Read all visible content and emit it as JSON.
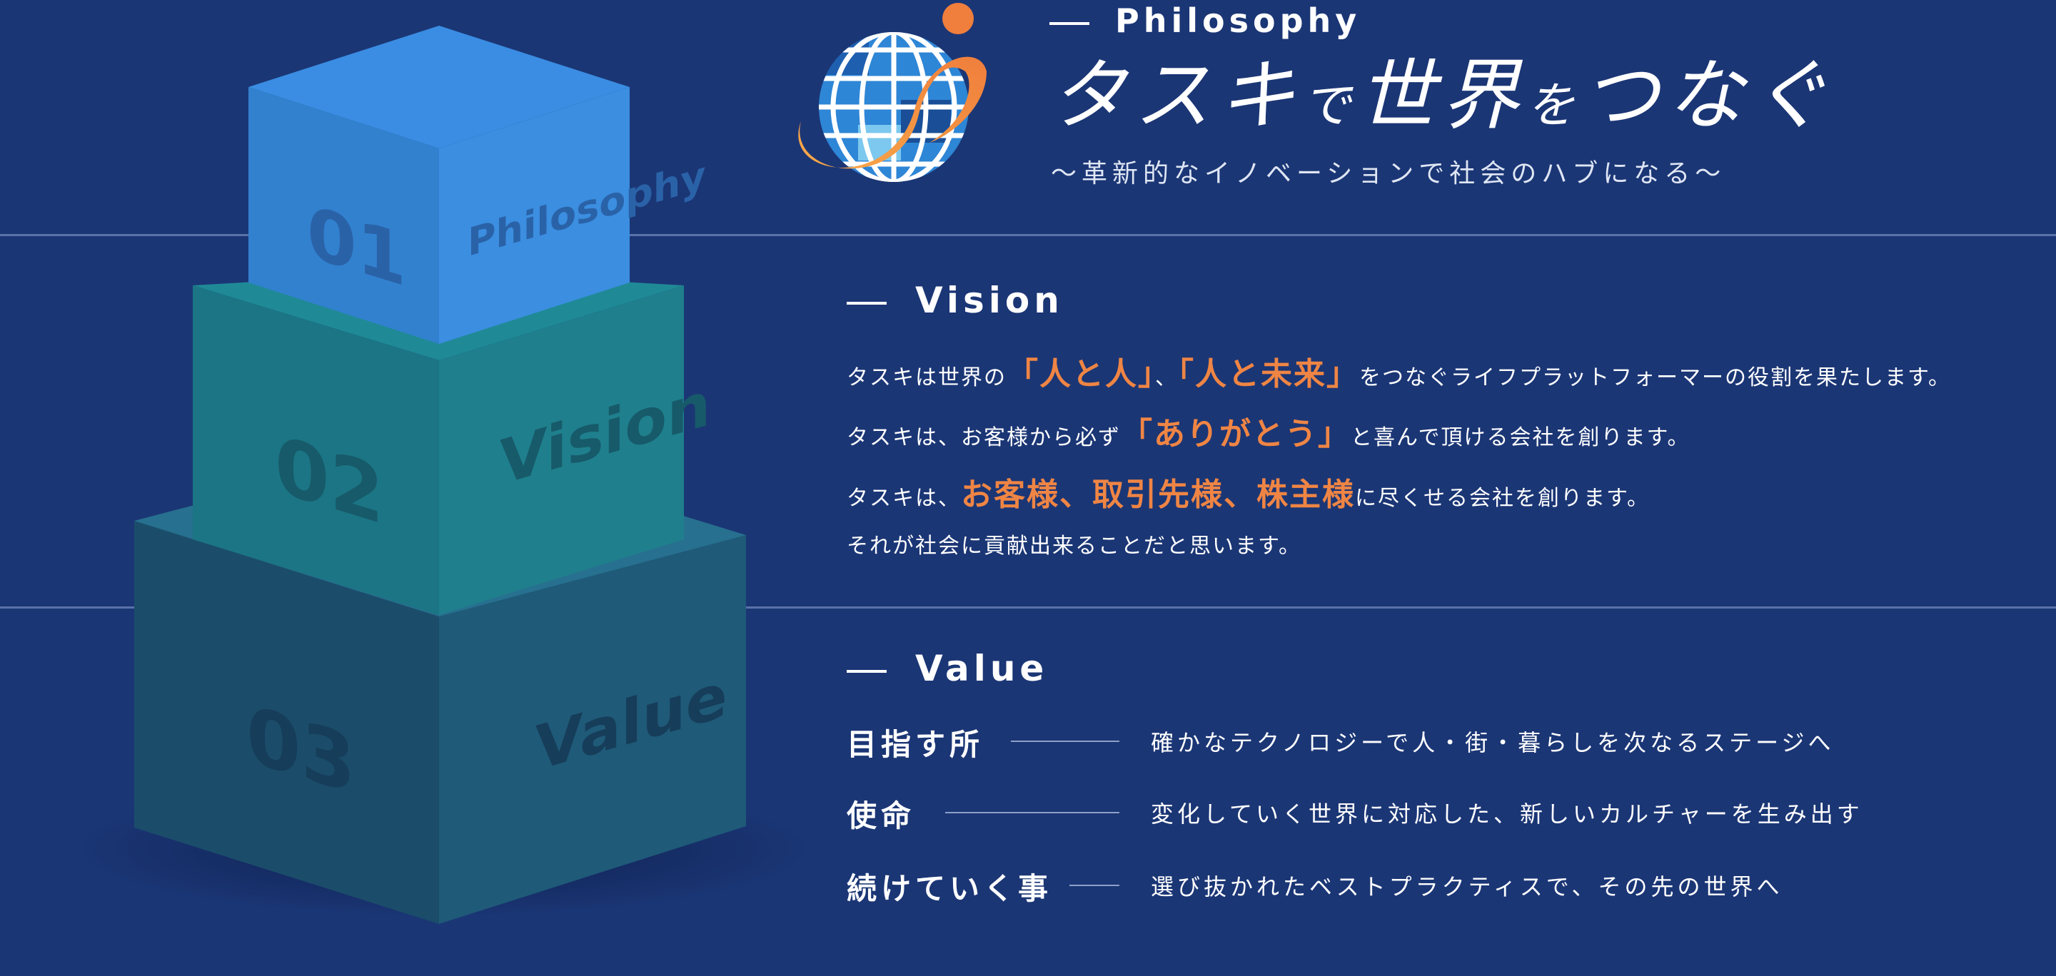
{
  "colors": {
    "background": "#1b3675",
    "accent_orange": "#ef8544",
    "cube_top": "#3a8de2",
    "cube_mid": "#1e7d8c",
    "cube_bottom": "#1d5775"
  },
  "pyramid": {
    "cubes": [
      {
        "number": "01",
        "label": "Philosophy"
      },
      {
        "number": "02",
        "label": "Vision"
      },
      {
        "number": "03",
        "label": "Value"
      }
    ]
  },
  "philosophy": {
    "heading": "Philosophy",
    "title_a": "タスキ",
    "title_b": "で",
    "title_c": "世界",
    "title_d": "を",
    "title_e": "つなぐ",
    "subtitle": "〜革新的なイノベーションで社会のハブになる〜",
    "logo_icon": "globe-logo-icon"
  },
  "vision": {
    "heading": "Vision",
    "line1_pre": "タスキは世界の",
    "line1_hl1": "「人と人」",
    "line1_mid": "、",
    "line1_hl2": "「人と未来」",
    "line1_post": "をつなぐライフプラットフォーマーの役割を果たします。",
    "line2_pre": "タスキは、お客様から必ず",
    "line2_hl": "「ありがとう」",
    "line2_post": "と喜んで頂ける会社を創ります。",
    "line3_pre": "タスキは、",
    "line3_hl": "お客様、取引先様、株主様",
    "line3_post": "に尽くせる会社を創ります。",
    "line4": "それが社会に貢献出来ることだと思います。"
  },
  "value": {
    "heading": "Value",
    "rows": [
      {
        "label": "目指す所",
        "text": "確かなテクノロジーで人・街・暮らしを次なるステージへ"
      },
      {
        "label": "使命",
        "text": "変化していく世界に対応した、新しいカルチャーを生み出す"
      },
      {
        "label": "続けていく事",
        "text": "選び抜かれたベストプラクティスで、その先の世界へ"
      }
    ]
  }
}
